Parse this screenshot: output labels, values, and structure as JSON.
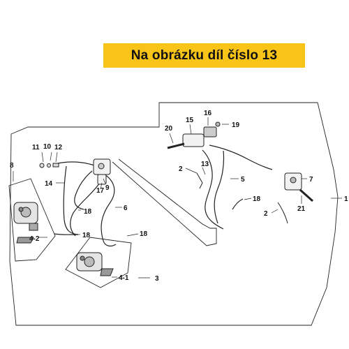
{
  "banner": {
    "text": "Na obrázku díl číslo 13",
    "color": "#f9c418"
  },
  "callouts": {
    "c1": "1",
    "c2a": "2",
    "c2b": "2",
    "c3": "3",
    "c41": "4-1",
    "c42": "4-2",
    "c5": "5",
    "c6": "6",
    "c7": "7",
    "c8": "8",
    "c9": "9",
    "c10": "10",
    "c11": "11",
    "c12": "12",
    "c13": "13",
    "c14": "14",
    "c15": "15",
    "c16": "16",
    "c17": "17",
    "c18a": "18",
    "c18b": "18",
    "c18c": "18",
    "c18d": "18",
    "c19": "19",
    "c20": "20",
    "c21": "21"
  }
}
